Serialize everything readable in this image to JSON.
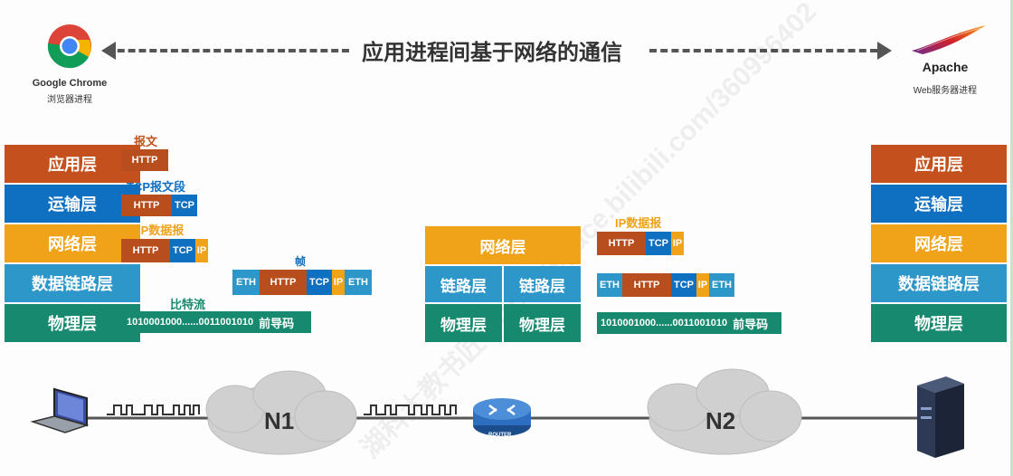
{
  "header": {
    "title": "应用进程间基于网络的通信",
    "client_name": "Google Chrome",
    "client_sub": "浏览器进程",
    "server_name": "Apache",
    "server_sub": "Web服务器进程"
  },
  "left_stack": [
    "应用层",
    "运输层",
    "网络层",
    "数据链路层",
    "物理层"
  ],
  "right_stack": [
    "应用层",
    "运输层",
    "网络层",
    "数据链路层",
    "物理层"
  ],
  "router_stack": {
    "top": "网络层",
    "link_left": "链路层",
    "link_right": "链路层",
    "phy_left": "物理层",
    "phy_right": "物理层"
  },
  "pdu": {
    "message_label": "报文",
    "segment_label": "TCP报文段",
    "datagram_label": "IP数据报",
    "frame_label": "帧",
    "bitstream_label": "比特流",
    "router_datagram_label": "IP数据报",
    "http": "HTTP",
    "tcp": "TCP",
    "ip": "IP",
    "eth": "ETH",
    "bits": "1010001000......0011001010",
    "preamble": "前导码"
  },
  "network": {
    "cloud1": "N1",
    "cloud2": "N2",
    "router_label": "ROUTER"
  },
  "watermark": "湖科大教书匠 https://space.bilibili.com/360996402"
}
